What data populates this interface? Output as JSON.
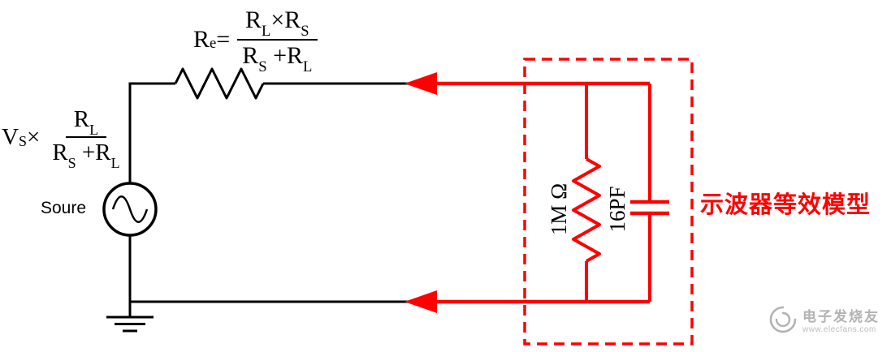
{
  "formula_re": {
    "base": "R",
    "sub": "e",
    "equals": "=",
    "num_b1": "R",
    "num_s1": "L",
    "num_op": "×",
    "num_b2": "R",
    "num_s2": "S",
    "den_b1": "R",
    "den_s1": "S",
    "den_op": "+",
    "den_b2": "R",
    "den_s2": "L"
  },
  "formula_vs": {
    "base": "V",
    "sub": "S",
    "op": "×",
    "num_b1": "R",
    "num_s1": "L",
    "den_b1": "R",
    "den_s1": "S",
    "den_op": "+",
    "den_b2": "R",
    "den_s2": "L"
  },
  "labels": {
    "source": "Soure",
    "resistance": "1M Ω",
    "capacitance": "16PF",
    "scope_model": "示波器等效模型"
  },
  "watermark": {
    "brand": "电子发烧友",
    "site": "www.elecfans.com"
  },
  "colors": {
    "circuit_black": "#000000",
    "probe_red": "#ff0000",
    "watermark_gray": "#b3b3b3"
  }
}
